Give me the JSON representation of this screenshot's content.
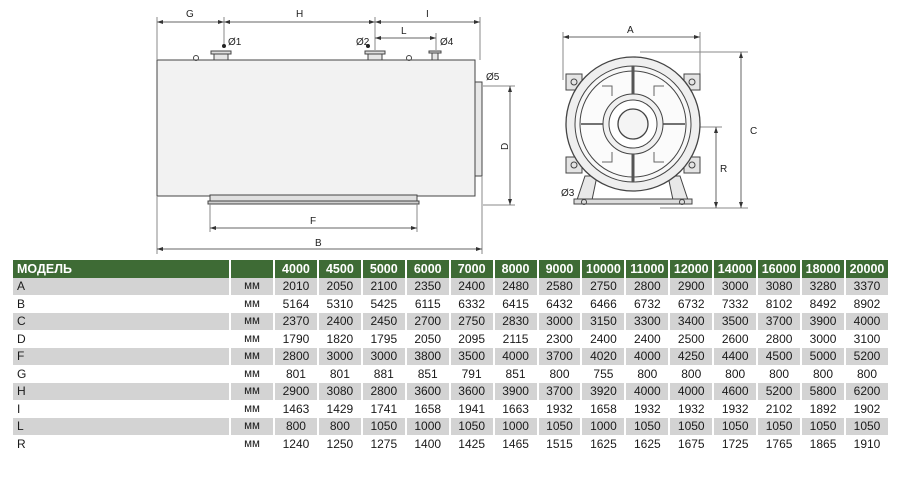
{
  "drawing": {
    "side_dims": {
      "G": "G",
      "H": "H",
      "I": "I",
      "L": "L",
      "D": "D",
      "F": "F",
      "B": "B"
    },
    "ports": {
      "d1": "Ø1",
      "d2": "Ø2",
      "d4": "Ø4",
      "d5": "Ø5",
      "d3": "Ø3"
    },
    "front_dims": {
      "A": "A",
      "C": "C",
      "R": "R"
    }
  },
  "table": {
    "header_label": "МОДЕЛЬ",
    "models": [
      "4000",
      "4500",
      "5000",
      "6000",
      "7000",
      "8000",
      "9000",
      "10000",
      "11000",
      "12000",
      "14000",
      "16000",
      "18000",
      "20000"
    ],
    "rows": [
      {
        "param": "A",
        "unit": "мм",
        "values": [
          "2010",
          "2050",
          "2100",
          "2350",
          "2400",
          "2480",
          "2580",
          "2750",
          "2800",
          "2900",
          "3000",
          "3080",
          "3280",
          "3370"
        ]
      },
      {
        "param": "B",
        "unit": "мм",
        "values": [
          "5164",
          "5310",
          "5425",
          "6115",
          "6332",
          "6415",
          "6432",
          "6466",
          "6732",
          "6732",
          "7332",
          "8102",
          "8492",
          "8902"
        ]
      },
      {
        "param": "C",
        "unit": "мм",
        "values": [
          "2370",
          "2400",
          "2450",
          "2700",
          "2750",
          "2830",
          "3000",
          "3150",
          "3300",
          "3400",
          "3500",
          "3700",
          "3900",
          "4000"
        ]
      },
      {
        "param": "D",
        "unit": "мм",
        "values": [
          "1790",
          "1820",
          "1795",
          "2050",
          "2095",
          "2115",
          "2300",
          "2400",
          "2400",
          "2500",
          "2600",
          "2800",
          "3000",
          "3100"
        ]
      },
      {
        "param": "F",
        "unit": "мм",
        "values": [
          "2800",
          "3000",
          "3000",
          "3800",
          "3500",
          "4000",
          "3700",
          "4020",
          "4000",
          "4250",
          "4400",
          "4500",
          "5000",
          "5200"
        ]
      },
      {
        "param": "G",
        "unit": "мм",
        "values": [
          "801",
          "801",
          "881",
          "851",
          "791",
          "851",
          "800",
          "755",
          "800",
          "800",
          "800",
          "800",
          "800",
          "800"
        ]
      },
      {
        "param": "H",
        "unit": "мм",
        "values": [
          "2900",
          "3080",
          "2800",
          "3600",
          "3600",
          "3900",
          "3700",
          "3920",
          "4000",
          "4000",
          "4600",
          "5200",
          "5800",
          "6200"
        ]
      },
      {
        "param": "I",
        "unit": "мм",
        "values": [
          "1463",
          "1429",
          "1741",
          "1658",
          "1941",
          "1663",
          "1932",
          "1658",
          "1932",
          "1932",
          "1932",
          "2102",
          "1892",
          "1902"
        ]
      },
      {
        "param": "L",
        "unit": "мм",
        "values": [
          "800",
          "800",
          "1050",
          "1000",
          "1050",
          "1000",
          "1050",
          "1000",
          "1050",
          "1050",
          "1050",
          "1050",
          "1050",
          "1050"
        ]
      },
      {
        "param": "R",
        "unit": "мм",
        "values": [
          "1240",
          "1250",
          "1275",
          "1400",
          "1425",
          "1465",
          "1515",
          "1625",
          "1625",
          "1675",
          "1725",
          "1765",
          "1865",
          "1910"
        ]
      }
    ]
  }
}
